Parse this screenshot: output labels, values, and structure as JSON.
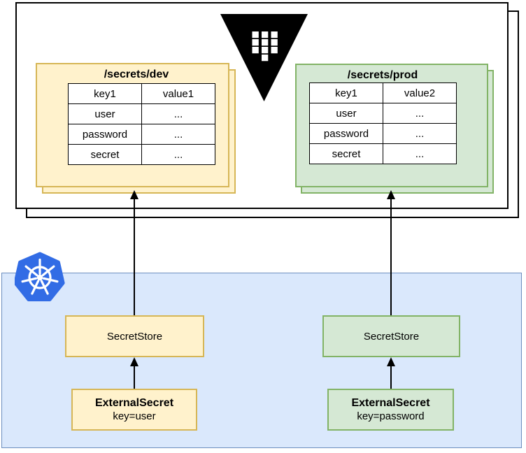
{
  "vault": {
    "icon": "vault-icon",
    "dev_store": {
      "title": "/secrets/dev",
      "rows": [
        {
          "key": "key1",
          "value": "value1"
        },
        {
          "key": "user",
          "value": "..."
        },
        {
          "key": "password",
          "value": "..."
        },
        {
          "key": "secret",
          "value": "..."
        }
      ]
    },
    "prod_store": {
      "title": "/secrets/prod",
      "rows": [
        {
          "key": "key1",
          "value": "value2"
        },
        {
          "key": "user",
          "value": "..."
        },
        {
          "key": "password",
          "value": "..."
        },
        {
          "key": "secret",
          "value": "..."
        }
      ]
    }
  },
  "kubernetes": {
    "icon": "kubernetes-icon",
    "dev": {
      "secret_store": "SecretStore",
      "external_secret": "ExternalSecret",
      "key": "key=user"
    },
    "prod": {
      "secret_store": "SecretStore",
      "external_secret": "ExternalSecret",
      "key": "key=password"
    }
  },
  "colors": {
    "yellow_fill": "#fff2cc",
    "yellow_border": "#d6b656",
    "green_fill": "#d5e8d4",
    "green_border": "#82b366",
    "blue_fill": "#dae8fc",
    "blue_border": "#6c8ebf",
    "k8s_blue": "#326ce5",
    "vault_black": "#000000"
  }
}
